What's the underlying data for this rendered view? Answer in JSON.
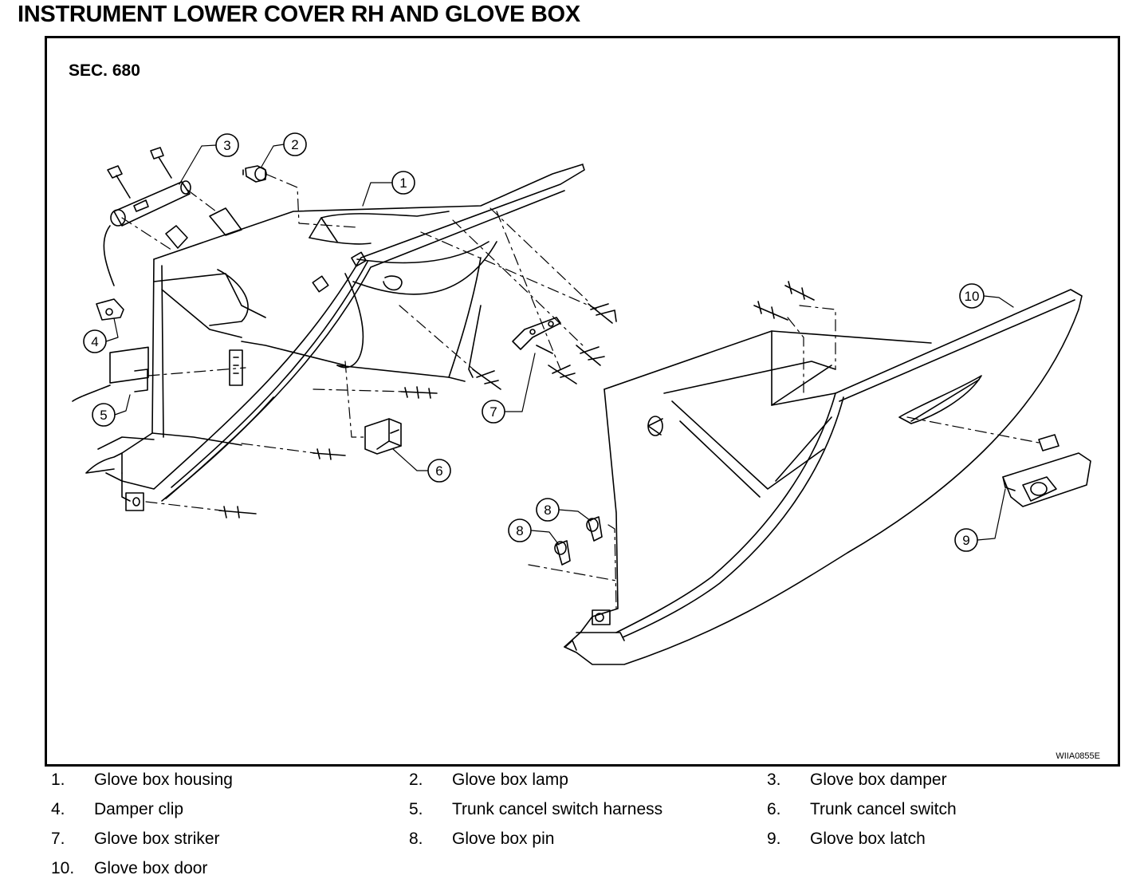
{
  "title": "INSTRUMENT LOWER COVER RH AND GLOVE BOX",
  "section": "SEC. 680",
  "figure_id": "WIIA0855E",
  "callouts": [
    "1",
    "2",
    "3",
    "4",
    "5",
    "6",
    "7",
    "8",
    "8",
    "9",
    "10"
  ],
  "legend": [
    {
      "num": "1.",
      "label": "Glove box housing"
    },
    {
      "num": "2.",
      "label": "Glove box lamp"
    },
    {
      "num": "3.",
      "label": "Glove box damper"
    },
    {
      "num": "4.",
      "label": "Damper clip"
    },
    {
      "num": "5.",
      "label": "Trunk cancel switch harness"
    },
    {
      "num": "6.",
      "label": "Trunk cancel switch"
    },
    {
      "num": "7.",
      "label": "Glove box striker"
    },
    {
      "num": "8.",
      "label": "Glove box pin"
    },
    {
      "num": "9.",
      "label": "Glove box latch"
    },
    {
      "num": "10.",
      "label": "Glove box door"
    }
  ]
}
